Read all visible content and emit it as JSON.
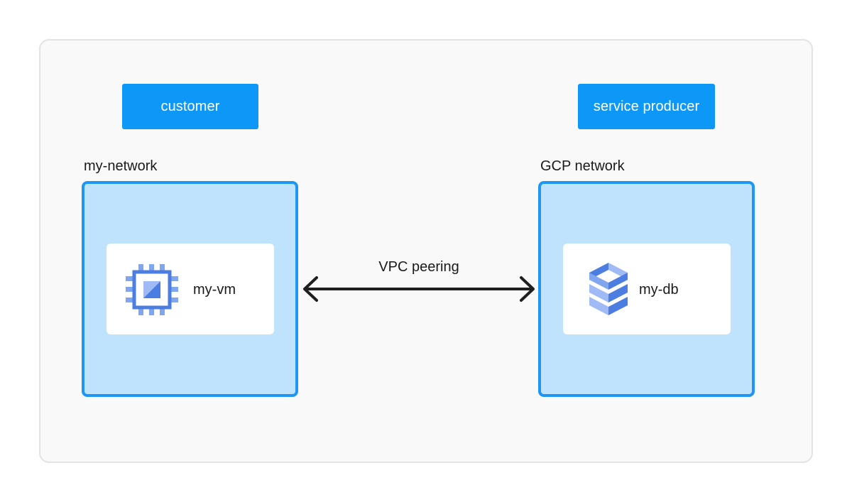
{
  "roles": {
    "customer": "customer",
    "producer": "service producer"
  },
  "networks": {
    "customer": "my-network",
    "producer": "GCP network"
  },
  "resources": {
    "vm": {
      "label": "my-vm",
      "icon": "compute-engine-icon"
    },
    "db": {
      "label": "my-db",
      "icon": "cloud-sql-icon"
    }
  },
  "connection": {
    "label": "VPC peering",
    "type": "bidirectional-arrow"
  },
  "colors": {
    "badge": "#0d97f7",
    "network_fill": "#bfe3fd",
    "network_border": "#1e96f3",
    "icon_dark": "#4b7ee0",
    "icon_light": "#9fbaf4",
    "arrow": "#1f1f1f"
  }
}
